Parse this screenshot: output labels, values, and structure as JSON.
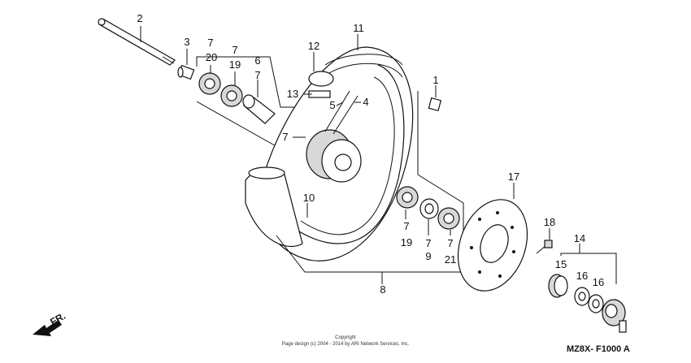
{
  "callouts": {
    "c2": "2",
    "c3": "3",
    "c7a": "7",
    "c20": "20",
    "c7b": "7",
    "c19a": "19",
    "c6": "6",
    "c7c": "7",
    "c11": "11",
    "c12": "12",
    "c13": "13",
    "c5": "5",
    "c4": "4",
    "c1": "1",
    "c7d": "7",
    "c10": "10",
    "c8": "8",
    "c7e": "7",
    "c19b": "19",
    "c7f": "7",
    "c9": "9",
    "c7g": "7",
    "c21": "21",
    "c17": "17",
    "c18": "18",
    "c14": "14",
    "c15": "15",
    "c16a": "16",
    "c16b": "16"
  },
  "front_label": "FR.",
  "copyright_line1": "Copyright",
  "copyright_line2": "Page design (c) 2004 - 2014 by ARI Network Services, Inc.",
  "diagram_code": "MZ8X- F1000 A"
}
